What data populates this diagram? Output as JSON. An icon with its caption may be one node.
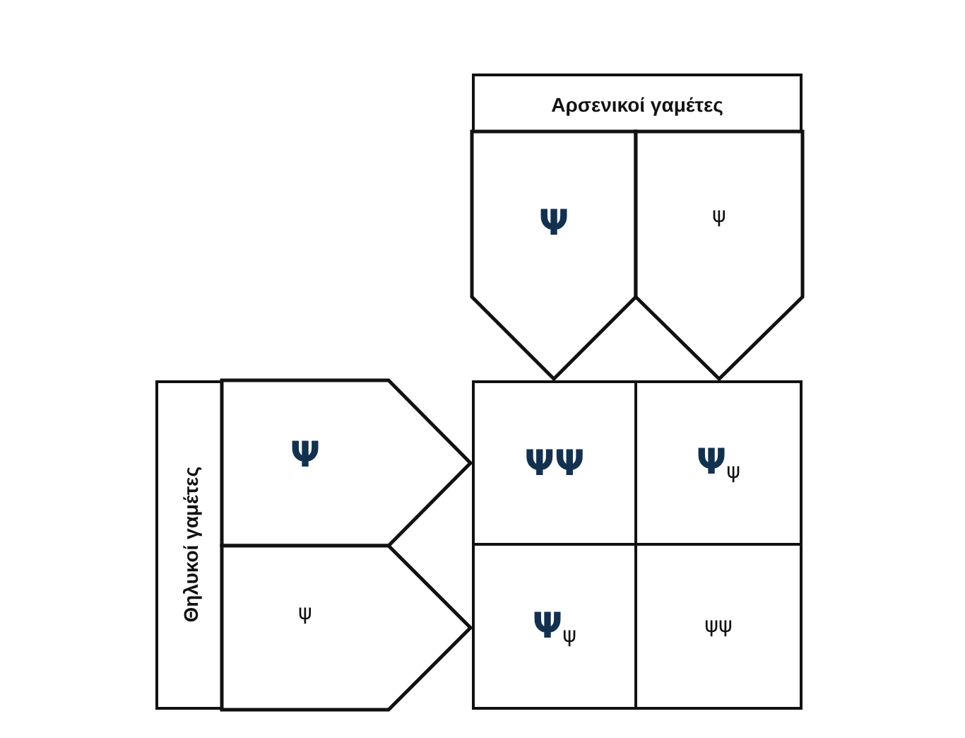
{
  "diagram": {
    "nodes": [
      {
        "text": [
          "Αρσενικοί γαμέτες"
        ]
      },
      {
        "text": [
          "Ψ"
        ]
      },
      {
        "text": [
          "ψ"
        ]
      },
      {
        "text": [
          "Θηλυκοί γαμέτες"
        ]
      },
      {
        "text": [
          "Ψ"
        ]
      },
      {
        "text": [
          "ψ"
        ]
      },
      {
        "text": [
          "ΨΨ"
        ]
      },
      {
        "text": [
          "Ψ$_{ψ}$"
        ]
      },
      {
        "text": [
          "Ψ$_{ψ}$"
        ]
      },
      {
        "text": [
          "ψψ"
        ]
      }
    ]
  }
}
